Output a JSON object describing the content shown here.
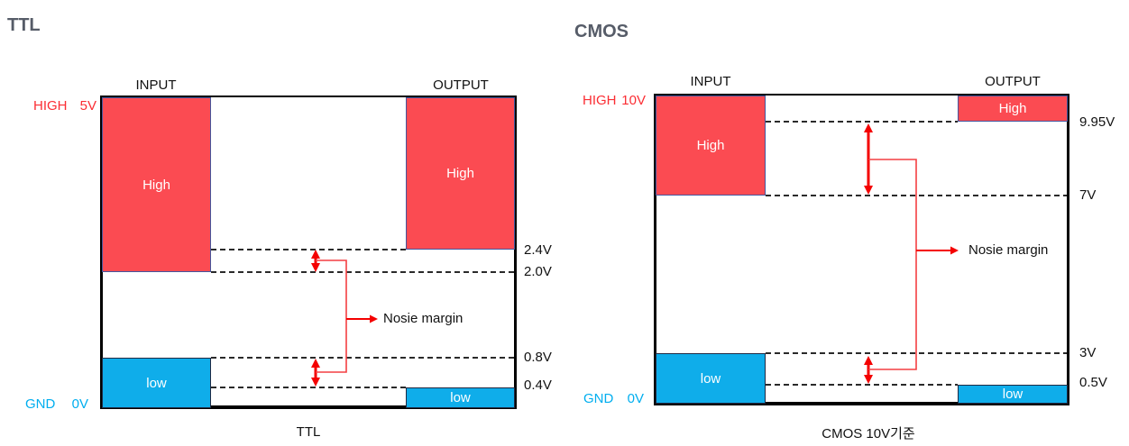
{
  "colors": {
    "block_red_fill": "#fb4b52",
    "block_red_border": "#44569e",
    "block_cyan_fill": "#0fadea",
    "high_rail_text_red": "#fb2d33",
    "gnd_rail_text_cyan": "#00aeef",
    "arrow_red": "#f40000",
    "bracket_red": "#f43f42",
    "title_gray": "#565c68",
    "frame_black": "#000000"
  },
  "ttl": {
    "title": "TTL",
    "column_input": "INPUT",
    "column_output": "OUTPUT",
    "rail_high_label": "HIGH",
    "rail_high_value": "5V",
    "rail_gnd_label": "GND",
    "rail_gnd_value": "0V",
    "block_input_high": "High",
    "block_output_high": "High",
    "block_input_low": "low",
    "block_output_low": "low",
    "level_voh": "2.4V",
    "level_vih": "2.0V",
    "level_vil": "0.8V",
    "level_vol": "0.4V",
    "noise_margin_label": "Nosie margin",
    "caption": "TTL"
  },
  "cmos": {
    "title": "CMOS",
    "column_input": "INPUT",
    "column_output": "OUTPUT",
    "rail_high_label": "HIGH",
    "rail_high_value": "10V",
    "rail_gnd_label": "GND",
    "rail_gnd_value": "0V",
    "block_input_high": "High",
    "block_output_high": "High",
    "block_input_low": "low",
    "block_output_low": "low",
    "level_voh": "9.95V",
    "level_vih": "7V",
    "level_vil": "3V",
    "level_vol": "0.5V",
    "noise_margin_label": "Nosie margin",
    "caption": "CMOS 10V기준"
  }
}
